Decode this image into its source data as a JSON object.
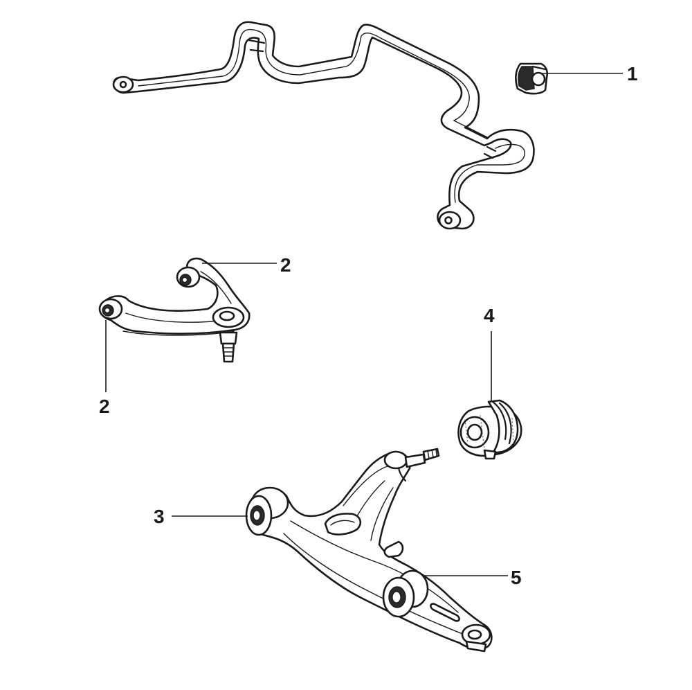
{
  "callouts": [
    {
      "id": "c1",
      "text": "1"
    },
    {
      "id": "c2a",
      "text": "2"
    },
    {
      "id": "c2b",
      "text": "2"
    },
    {
      "id": "c3",
      "text": "3"
    },
    {
      "id": "c4",
      "text": "4"
    },
    {
      "id": "c5",
      "text": "5"
    }
  ]
}
